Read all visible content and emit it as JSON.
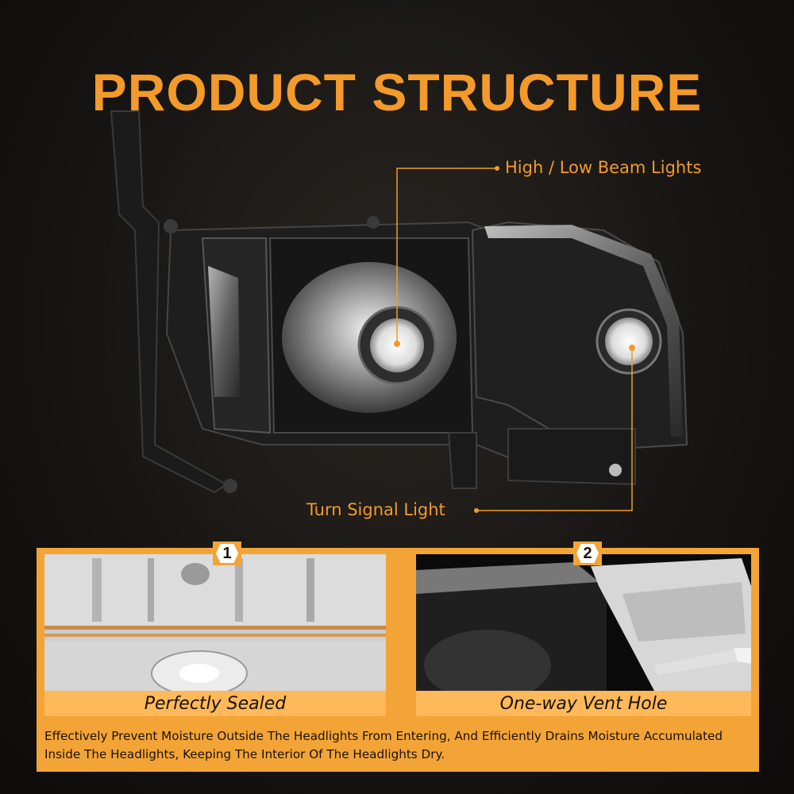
{
  "header": {
    "title": "PRODUCT STRUCTURE"
  },
  "callouts": {
    "high_low_beam": "High / Low Beam Lights",
    "turn_signal": "Turn Signal Light"
  },
  "features": [
    {
      "number": "1",
      "caption": "Perfectly Sealed"
    },
    {
      "number": "2",
      "caption": "One-way Vent Hole"
    }
  ],
  "description": "Effectively Prevent Moisture Outside The Headlights From Entering, And Efficiently Drains Moisture Accumulated Inside The Headlights, Keeping The Interior Of The Headlights Dry.",
  "colors": {
    "accent": "#f39a2b",
    "panel": "#f3a436",
    "caption_bar": "#ffb85a",
    "background": "#161412"
  }
}
